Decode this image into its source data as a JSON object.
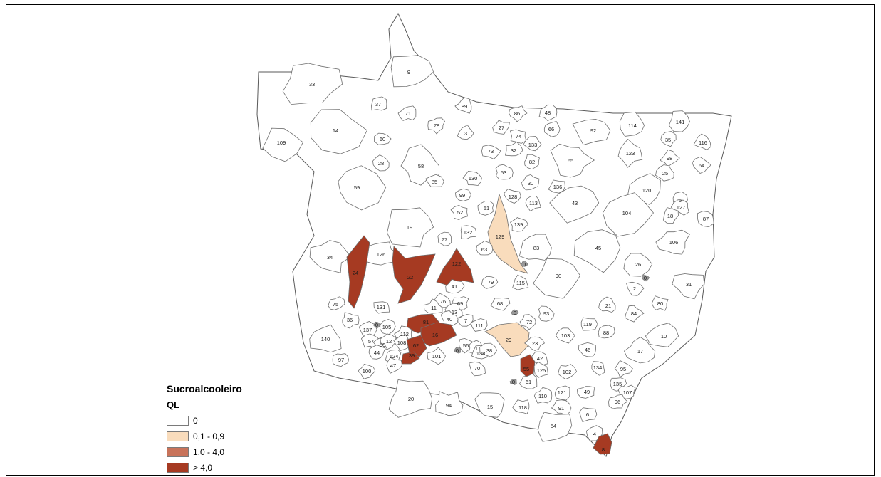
{
  "legend": {
    "title": "Sucroalcooleiro",
    "subtitle": "QL",
    "classes": [
      {
        "label": "0",
        "color": "#ffffff"
      },
      {
        "label": "0,1 - 0,9",
        "color": "#f9dcbc"
      },
      {
        "label": "1,0 - 4,0",
        "color": "#c8735a"
      },
      {
        "label": "> 4,0",
        "color": "#a63a22"
      }
    ]
  },
  "colors": {
    "nodata": "#999999",
    "outline": "#6e6e6e"
  },
  "regions": [
    {
      "id": "9",
      "cls": 0
    },
    {
      "id": "33",
      "cls": 0
    },
    {
      "id": "37",
      "cls": 0
    },
    {
      "id": "71",
      "cls": 0
    },
    {
      "id": "89",
      "cls": 0
    },
    {
      "id": "78",
      "cls": 0
    },
    {
      "id": "86",
      "cls": 0
    },
    {
      "id": "48",
      "cls": 0
    },
    {
      "id": "66",
      "cls": 0
    },
    {
      "id": "92",
      "cls": 0
    },
    {
      "id": "114",
      "cls": 0
    },
    {
      "id": "141",
      "cls": 0
    },
    {
      "id": "14",
      "cls": 0
    },
    {
      "id": "109",
      "cls": 0
    },
    {
      "id": "60",
      "cls": 0
    },
    {
      "id": "3",
      "cls": 0
    },
    {
      "id": "27",
      "cls": 0
    },
    {
      "id": "74",
      "cls": 0
    },
    {
      "id": "73",
      "cls": 0
    },
    {
      "id": "32",
      "cls": 0
    },
    {
      "id": "133",
      "cls": 0
    },
    {
      "id": "35",
      "cls": 0
    },
    {
      "id": "116",
      "cls": 0
    },
    {
      "id": "123",
      "cls": 0
    },
    {
      "id": "98",
      "cls": 0
    },
    {
      "id": "64",
      "cls": 0
    },
    {
      "id": "25",
      "cls": 0
    },
    {
      "id": "28",
      "cls": 0
    },
    {
      "id": "58",
      "cls": 0
    },
    {
      "id": "82",
      "cls": 0
    },
    {
      "id": "65",
      "cls": 0
    },
    {
      "id": "53",
      "cls": 0
    },
    {
      "id": "130",
      "cls": 0
    },
    {
      "id": "30",
      "cls": 0
    },
    {
      "id": "136",
      "cls": 0
    },
    {
      "id": "120",
      "cls": 0
    },
    {
      "id": "59",
      "cls": 0
    },
    {
      "id": "85",
      "cls": 0
    },
    {
      "id": "99",
      "cls": 0
    },
    {
      "id": "128",
      "cls": 0
    },
    {
      "id": "5",
      "cls": 0
    },
    {
      "id": "127",
      "cls": 0
    },
    {
      "id": "113",
      "cls": 0
    },
    {
      "id": "43",
      "cls": 0
    },
    {
      "id": "104",
      "cls": 0
    },
    {
      "id": "18",
      "cls": 0
    },
    {
      "id": "87",
      "cls": 0
    },
    {
      "id": "52",
      "cls": 0
    },
    {
      "id": "51",
      "cls": 0
    },
    {
      "id": "139",
      "cls": 0
    },
    {
      "id": "19",
      "cls": 0
    },
    {
      "id": "132",
      "cls": 0
    },
    {
      "id": "129",
      "cls": 1
    },
    {
      "id": "77",
      "cls": 0
    },
    {
      "id": "106",
      "cls": 0
    },
    {
      "id": "34",
      "cls": 0
    },
    {
      "id": "126",
      "cls": 0
    },
    {
      "id": "63",
      "cls": 0
    },
    {
      "id": "83",
      "cls": 0
    },
    {
      "id": "45",
      "cls": 0
    },
    {
      "id": "24",
      "cls": 3
    },
    {
      "id": "22",
      "cls": 3
    },
    {
      "id": "122",
      "cls": 3
    },
    {
      "id": "26",
      "cls": 0
    },
    {
      "id": "90",
      "cls": 0
    },
    {
      "id": "79",
      "cls": 0
    },
    {
      "id": "115",
      "cls": 0
    },
    {
      "id": "41",
      "cls": 0
    },
    {
      "id": "2",
      "cls": 0
    },
    {
      "id": "31",
      "cls": 0
    },
    {
      "id": "131",
      "cls": 0
    },
    {
      "id": "76",
      "cls": 0
    },
    {
      "id": "69",
      "cls": 0
    },
    {
      "id": "68",
      "cls": 0
    },
    {
      "id": "75",
      "cls": 0
    },
    {
      "id": "11",
      "cls": 0
    },
    {
      "id": "13",
      "cls": 0
    },
    {
      "id": "21",
      "cls": 0
    },
    {
      "id": "80",
      "cls": 0
    },
    {
      "id": "84",
      "cls": 0
    },
    {
      "id": "36",
      "cls": 0
    },
    {
      "id": "40",
      "cls": 0
    },
    {
      "id": "93",
      "cls": 0
    },
    {
      "id": "81",
      "cls": 3
    },
    {
      "id": "72",
      "cls": 0
    },
    {
      "id": "119",
      "cls": 0
    },
    {
      "id": "137",
      "cls": 0
    },
    {
      "id": "105",
      "cls": 0
    },
    {
      "id": "111",
      "cls": 0
    },
    {
      "id": "7",
      "cls": 0
    },
    {
      "id": "16",
      "cls": 3
    },
    {
      "id": "29",
      "cls": 1
    },
    {
      "id": "103",
      "cls": 0
    },
    {
      "id": "88",
      "cls": 0
    },
    {
      "id": "10",
      "cls": 0
    },
    {
      "id": "140",
      "cls": 0
    },
    {
      "id": "112",
      "cls": 0
    },
    {
      "id": "57",
      "cls": 0
    },
    {
      "id": "50",
      "cls": 0
    },
    {
      "id": "12",
      "cls": 0
    },
    {
      "id": "108",
      "cls": 0
    },
    {
      "id": "62",
      "cls": 3
    },
    {
      "id": "56",
      "cls": 0
    },
    {
      "id": "1",
      "cls": 0
    },
    {
      "id": "23",
      "cls": 0
    },
    {
      "id": "17",
      "cls": 0
    },
    {
      "id": "46",
      "cls": 0
    },
    {
      "id": "97",
      "cls": 0
    },
    {
      "id": "44",
      "cls": 0
    },
    {
      "id": "124",
      "cls": 0
    },
    {
      "id": "39",
      "cls": 3
    },
    {
      "id": "101",
      "cls": 0
    },
    {
      "id": "138",
      "cls": 0
    },
    {
      "id": "38",
      "cls": 0
    },
    {
      "id": "42",
      "cls": 0
    },
    {
      "id": "134",
      "cls": 0
    },
    {
      "id": "95",
      "cls": 0
    },
    {
      "id": "47",
      "cls": 0
    },
    {
      "id": "100",
      "cls": 0
    },
    {
      "id": "70",
      "cls": 0
    },
    {
      "id": "55",
      "cls": 3
    },
    {
      "id": "125",
      "cls": 0
    },
    {
      "id": "102",
      "cls": 0
    },
    {
      "id": "135",
      "cls": 0
    },
    {
      "id": "61",
      "cls": 0
    },
    {
      "id": "121",
      "cls": 0
    },
    {
      "id": "49",
      "cls": 0
    },
    {
      "id": "107",
      "cls": 0
    },
    {
      "id": "96",
      "cls": 0
    },
    {
      "id": "110",
      "cls": 0
    },
    {
      "id": "20",
      "cls": 0
    },
    {
      "id": "94",
      "cls": 0
    },
    {
      "id": "15",
      "cls": 0
    },
    {
      "id": "118",
      "cls": 0
    },
    {
      "id": "91",
      "cls": 0
    },
    {
      "id": "6",
      "cls": 0
    },
    {
      "id": "54",
      "cls": 0
    },
    {
      "id": "4",
      "cls": 0
    },
    {
      "id": "8",
      "cls": 3
    }
  ],
  "nodata_labels": [
    "0",
    "0",
    "0",
    "0",
    "0",
    "0"
  ]
}
